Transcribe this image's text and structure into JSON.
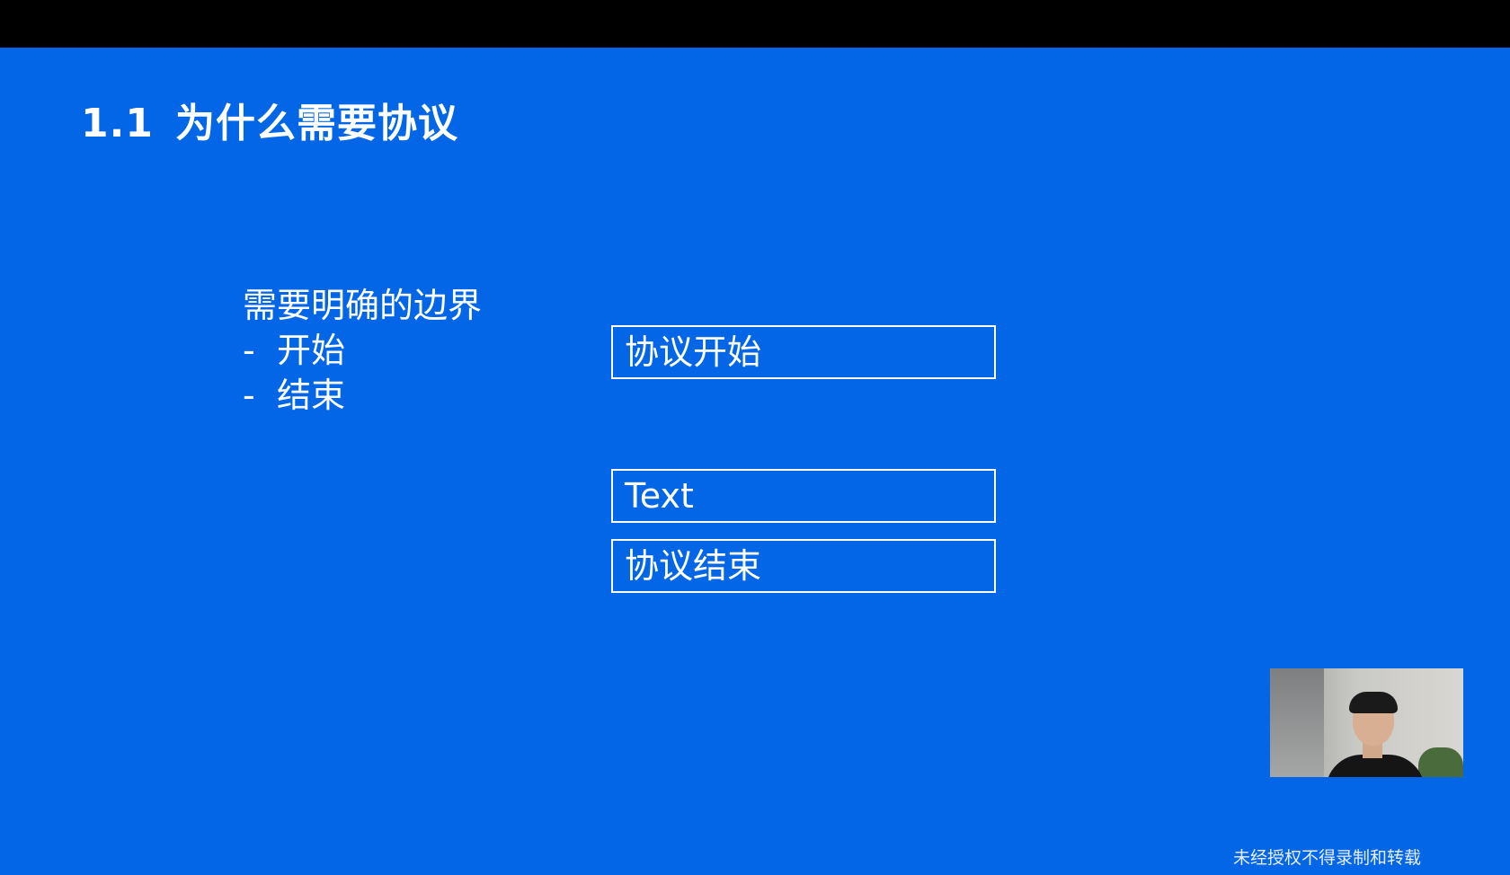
{
  "slide": {
    "title_number": "1.1",
    "title_text": "为什么需要协议",
    "bullets": {
      "heading": "需要明确的边界",
      "items": [
        {
          "dash": "-",
          "text": "开始"
        },
        {
          "dash": "-",
          "text": "结束"
        }
      ]
    },
    "boxes": {
      "start": "协议开始",
      "content": "Text",
      "end": "协议结束"
    }
  },
  "watermark": "未经授权不得录制和转载",
  "colors": {
    "slide_background": "#0266e6",
    "text": "#ffffff",
    "letterbox": "#000000"
  }
}
